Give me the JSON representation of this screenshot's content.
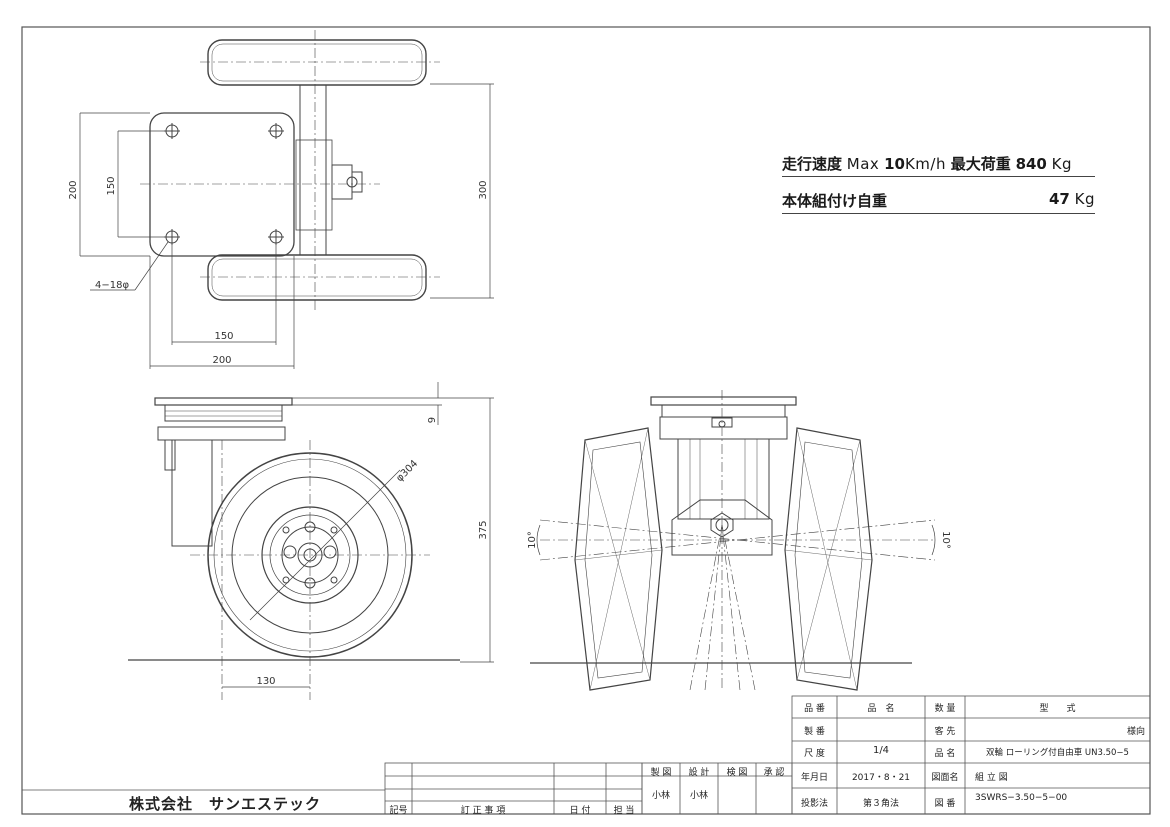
{
  "dims": {
    "top_height_outer": "200",
    "top_height_inner": "150",
    "top_total": "300",
    "hole_label": "4−18φ",
    "top_width_inner": "150",
    "top_width_outer": "200",
    "side_offset": "9",
    "wheel_dia": "φ304",
    "side_height": "375",
    "side_base": "130",
    "tilt_left": "10°",
    "tilt_right": "10°"
  },
  "specs": {
    "speed_label": "走行速度",
    "speed_max": "Max",
    "speed_value": "10",
    "speed_unit": "Km/h",
    "load_label": "最大荷重",
    "load_value": "840",
    "load_unit": "Kg",
    "weight_label": "本体組付け自重",
    "weight_value": "47",
    "weight_unit": "Kg"
  },
  "titleblock": {
    "h_part_no": "品 番",
    "h_part_name": "品　名",
    "h_qty": "数 量",
    "h_model": "型　　式",
    "h_serial": "製 番",
    "h_customer": "客 先",
    "customer_value": "様向",
    "h_scale": "尺 度",
    "scale_value": "1/4",
    "h_name": "品 名",
    "name_value": "双輪 ローリング付自由車 UN3.50−5",
    "h_date": "年月日",
    "date_value": "2017・8・21",
    "h_drawing_name": "図面名",
    "drawing_name_value": "組 立 図",
    "h_projection": "投影法",
    "projection_value": "第３角法",
    "h_drawing_no": "図 番",
    "drawing_no_value": "3SWRS−3.50−5−00",
    "h_drawn": "製 図",
    "h_design": "設 計",
    "h_check": "検 図",
    "h_approve": "承 認",
    "drawn_by": "小林",
    "design_by": "小林",
    "rev_mark": "記号",
    "rev_items": "訂 正 事 項",
    "rev_date": "日 付",
    "rev_person": "担 当",
    "company": "株式会社　サンエステック"
  }
}
